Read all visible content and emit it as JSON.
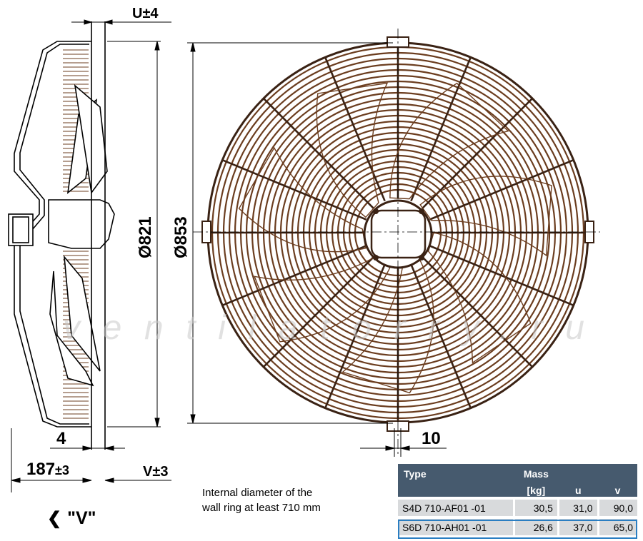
{
  "dimensions": {
    "u": "U±4",
    "d821": "Ø821",
    "d853": "Ø853",
    "four": "4",
    "ten": "10",
    "d187": "187",
    "d187_tol": "±3",
    "v": "V±3"
  },
  "watermark": "ventilatorry.ru",
  "note": {
    "line1": "Internal diameter of the",
    "line2": "wall ring at least 710 mm"
  },
  "view_label": {
    "chevron": "❮",
    "text": "\"V\""
  },
  "table": {
    "header": {
      "type": "Type",
      "mass_line1": "Mass",
      "mass_line2": "[kg]",
      "u": "u",
      "v": "v"
    },
    "rows": [
      {
        "type": "S4D 710-AF01 -01",
        "mass": "30,5",
        "u": "31,0",
        "v": "90,0"
      },
      {
        "type": "S6D 710-AH01 -01",
        "mass": "26,6",
        "u": "37,0",
        "v": "65,0"
      }
    ]
  },
  "colors": {
    "line": "#000000",
    "fan_fill": "#6b3d1f",
    "fan_dark": "#3a2214",
    "header_bg": "#465a6e",
    "row_bg": "#d8dadc",
    "highlight": "#2a7ec2"
  }
}
